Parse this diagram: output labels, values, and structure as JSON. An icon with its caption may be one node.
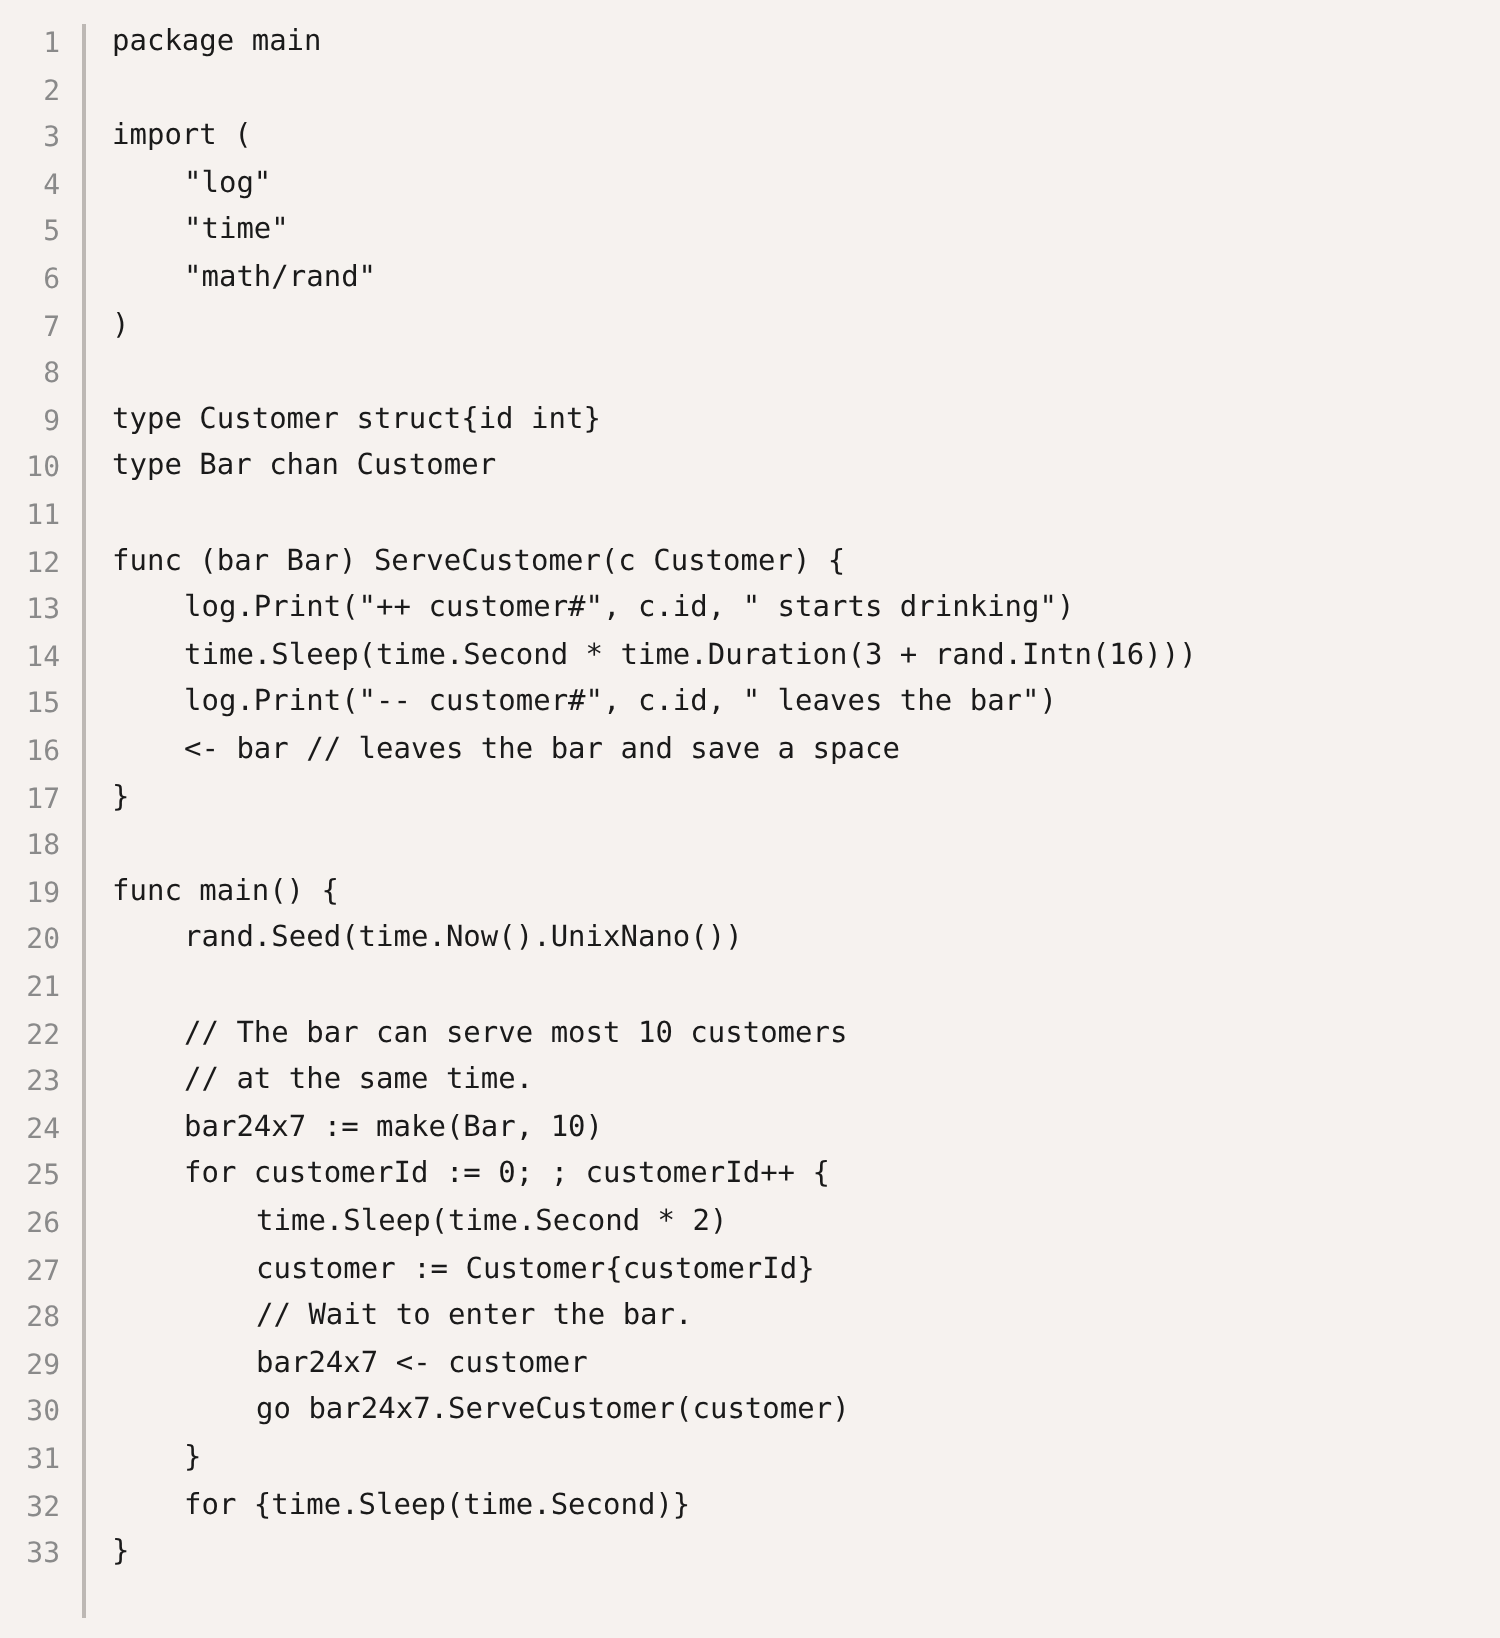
{
  "diagram": {
    "labels": [
      "1",
      "package main",
      "2",
      "3",
      "import (",
      "4",
      "\"log\"",
      "5",
      "\"time\"",
      "6",
      "\"math/rand\"",
      "7",
      ")",
      "8",
      "9",
      "type Customer struct{id int}",
      "10",
      "type Bar chan Customer",
      "11",
      "12",
      "func (bar Bar) ServeCustomer(c Customer) {",
      "13",
      "log.Print(\"++ customer#\", c.id, \" starts drinking\")",
      "14",
      "time.Sleep(time.Second * time.Duration(3 + rand.Intn(16)))",
      "15",
      "log.Print(\"-- customer#\", c.id, \" leaves the bar\")",
      "16",
      "<- bar // leaves the bar and save a space",
      "17",
      "}",
      "18",
      "19",
      "func main() {",
      "20",
      "rand.Seed(time.Now().UnixNano())",
      "21",
      "22",
      "// The bar can serve most 10 customers",
      "23",
      "// at the same time.",
      "24",
      "bar24x7 := make(Bar, 10)",
      "25",
      "for customerId := 0; ; customerId++ {",
      "26",
      "time.Sleep(time.Second * 2)",
      "27",
      "customer := Customer{customerId}",
      "28",
      "// Wait to enter the bar.",
      "29",
      "bar24x7 <- customer",
      "30",
      "go bar24x7.ServeCustomer(customer)",
      "31",
      "}",
      "32",
      "for {time.Sleep(time.Second)}",
      "33",
      "}"
    ]
  }
}
